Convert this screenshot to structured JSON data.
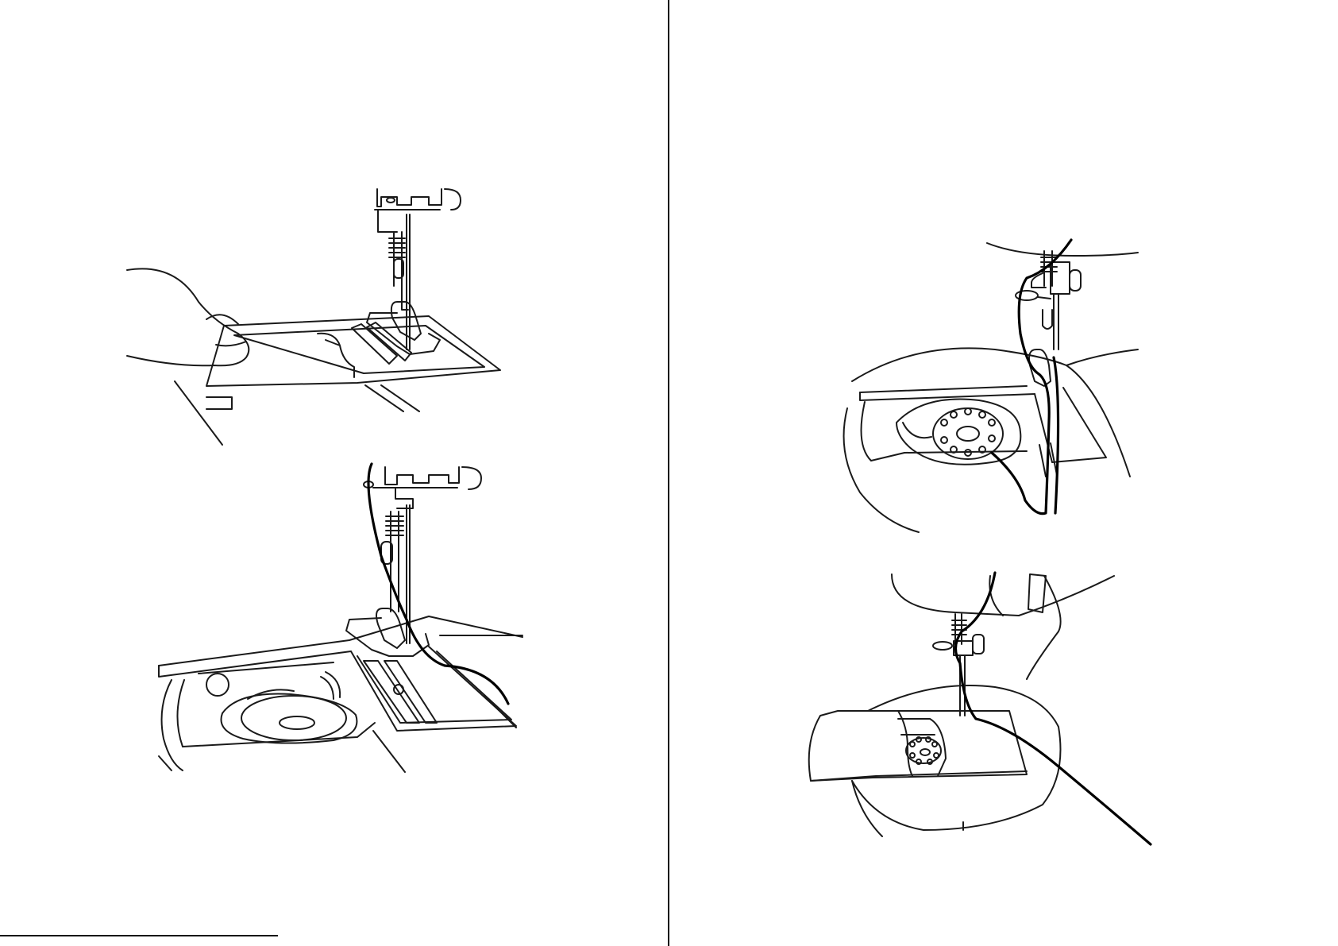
{
  "document": {
    "pages": [
      {
        "side": "left",
        "figures": [
          {
            "name": "remove-needle-plate-cover",
            "depicts": "needle-plate-cover"
          },
          {
            "name": "bobbin-in-case",
            "depicts": "bobbin-thread"
          }
        ]
      },
      {
        "side": "right",
        "figures": [
          {
            "name": "pull-bobbin-thread",
            "depicts": "bobbin-thread-loop"
          },
          {
            "name": "replace-cover",
            "depicts": "needle-plate-cover"
          }
        ]
      }
    ]
  }
}
